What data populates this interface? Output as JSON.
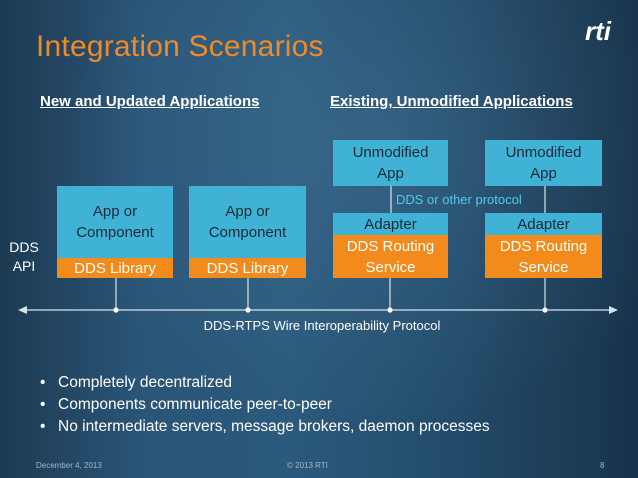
{
  "slide": {
    "title": "Integration Scenarios",
    "logo_text": "rti"
  },
  "sections": {
    "left": "New and Updated Applications",
    "right": "Existing, Unmodified Applications"
  },
  "diagram": {
    "api_label_line1": "DDS",
    "api_label_line2": "API",
    "app_components": [
      {
        "line1": "App or",
        "line2": "Component",
        "library": "DDS Library"
      },
      {
        "line1": "App or",
        "line2": "Component",
        "library": "DDS Library"
      }
    ],
    "unmodified_apps": [
      {
        "line1": "Unmodified",
        "line2": "App",
        "adapter": "Adapter",
        "service_line1": "DDS Routing",
        "service_line2": "Service"
      },
      {
        "line1": "Unmodified",
        "line2": "App",
        "adapter": "Adapter",
        "service_line1": "DDS Routing",
        "service_line2": "Service"
      }
    ],
    "protocol_note": "DDS or other protocol",
    "wire_label": "DDS-RTPS Wire Interoperability Protocol"
  },
  "bullets": [
    "Completely decentralized",
    "Components communicate peer-to-peer",
    "No intermediate servers, message brokers, daemon processes"
  ],
  "footer": {
    "date": "December 4, 2013",
    "copyright": "© 2013 RTI",
    "page": "8"
  },
  "colors": {
    "title": "#f08a24",
    "app_box": "#3fb2d6",
    "library_box": "#f28a1c",
    "note": "#4ecbea"
  }
}
